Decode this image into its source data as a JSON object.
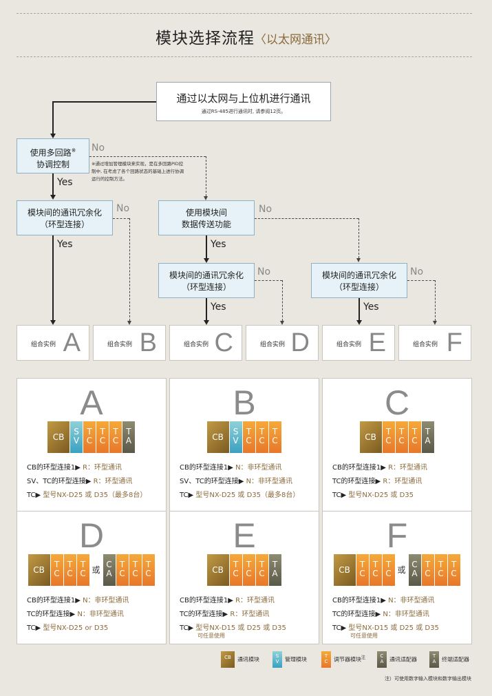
{
  "title": {
    "main": "模块选择流程",
    "sub": "〈以太网通讯〉"
  },
  "flow": {
    "top": {
      "title": "通过以太网与上位机进行通讯",
      "note": "通过RS-485进行通讯时, 请参阅12页。"
    },
    "q1": {
      "line1": "使用多回路",
      "mark": "※",
      "line2": "协调控制"
    },
    "q1_note": [
      "※通过增加管理模块来实现，是在多回路PID控",
      "制中, 在考虑了各个回路状态的基础上进行协调",
      "运行的控制方法。"
    ],
    "q2": {
      "line1": "模块间的通讯冗余化",
      "line2": "（环型连接）"
    },
    "q3": {
      "line1": "使用模块间",
      "line2": "数据传送功能"
    },
    "q4": {
      "line1": "模块间的通讯冗余化",
      "line2": "（环型连接）"
    },
    "q5": {
      "line1": "模块间的通讯冗余化",
      "line2": "（环型连接）"
    },
    "yes": "Yes",
    "no": "No",
    "combo_label": "组合实例",
    "combos": [
      "A",
      "B",
      "C",
      "D",
      "E",
      "F"
    ]
  },
  "panels": [
    {
      "letter": "A",
      "mods": [
        [
          "cb",
          "CB"
        ],
        [
          "sv",
          "S",
          "V"
        ],
        [
          "tc",
          "T",
          "C"
        ],
        [
          "tc",
          "T",
          "C"
        ],
        [
          "tc",
          "T",
          "C"
        ],
        [
          "ta",
          "T",
          "A"
        ]
      ],
      "lines": [
        {
          "a": "CB的环型连接1▶ ",
          "b": "R：环型通讯"
        },
        {
          "a": "SV、TC的环型连接▶ ",
          "b": "R：环型通讯"
        },
        {
          "a": "TC▶ ",
          "b": "型号NX-D25 或 D35（最多8台）"
        }
      ],
      "note": ""
    },
    {
      "letter": "B",
      "mods": [
        [
          "cb",
          "CB"
        ],
        [
          "sv",
          "S",
          "V"
        ],
        [
          "tc",
          "T",
          "C"
        ],
        [
          "tc",
          "T",
          "C"
        ],
        [
          "tc",
          "T",
          "C"
        ]
      ],
      "lines": [
        {
          "a": "CB的环型连接1▶ ",
          "b": "N：非环型通讯"
        },
        {
          "a": "SV、TC的环型连接▶ ",
          "b": "N：非环型通讯"
        },
        {
          "a": "TC▶ ",
          "b": "型号NX-D25 或 D35（最多8台）"
        }
      ],
      "note": ""
    },
    {
      "letter": "C",
      "mods": [
        [
          "cb",
          "CB"
        ],
        [
          "tc",
          "T",
          "C"
        ],
        [
          "tc",
          "T",
          "C"
        ],
        [
          "tc",
          "T",
          "C"
        ],
        [
          "ta",
          "T",
          "A"
        ]
      ],
      "lines": [
        {
          "a": "CB的环型连接1▶ ",
          "b": "R：环型通讯"
        },
        {
          "a": "TC的环型连接▶ ",
          "b": "R：环型通讯"
        },
        {
          "a": "TC▶ ",
          "b": "型号NX-D25 或 D35"
        }
      ],
      "note": ""
    },
    {
      "letter": "D",
      "mods": [
        [
          "cb",
          "CB"
        ],
        [
          "tc",
          "T",
          "C"
        ],
        [
          "tc",
          "T",
          "C"
        ],
        [
          "tc",
          "T",
          "C"
        ],
        [
          "or",
          "或"
        ],
        [
          "ca",
          "C",
          "A"
        ],
        [
          "tc",
          "T",
          "C"
        ],
        [
          "tc",
          "T",
          "C"
        ],
        [
          "tc",
          "T",
          "C"
        ]
      ],
      "lines": [
        {
          "a": "CB的环型连接1▶ ",
          "b": "N：非环型通讯"
        },
        {
          "a": "TC的环型连接▶ ",
          "b": "N：非环型通讯"
        },
        {
          "a": "TC▶ ",
          "b": "型号NX-D25 or D35"
        }
      ],
      "note": ""
    },
    {
      "letter": "E",
      "mods": [
        [
          "cb",
          "CB"
        ],
        [
          "tc",
          "T",
          "C"
        ],
        [
          "tc",
          "T",
          "C"
        ],
        [
          "tc",
          "T",
          "C"
        ],
        [
          "ta",
          "T",
          "A"
        ]
      ],
      "lines": [
        {
          "a": "CB的环型连接1▶ ",
          "b": "R：环型通讯"
        },
        {
          "a": "TC的环型连接▶ ",
          "b": "R：环型通讯"
        },
        {
          "a": "TC▶ ",
          "b": "型号NX-D15 或 D25 或 D35"
        }
      ],
      "note": "可任意使用"
    },
    {
      "letter": "F",
      "mods": [
        [
          "cb",
          "CB"
        ],
        [
          "tc",
          "T",
          "C"
        ],
        [
          "tc",
          "T",
          "C"
        ],
        [
          "tc",
          "T",
          "C"
        ],
        [
          "or",
          "或"
        ],
        [
          "ca",
          "C",
          "A"
        ],
        [
          "tc",
          "T",
          "C"
        ],
        [
          "tc",
          "T",
          "C"
        ],
        [
          "tc",
          "T",
          "C"
        ]
      ],
      "lines": [
        {
          "a": "CB的环型连接1▶ ",
          "b": "N：非环型通讯"
        },
        {
          "a": "TC的环型连接▶ ",
          "b": "N：非环型通讯"
        },
        {
          "a": "TC▶ ",
          "b": "型号NX-D15 或 D25 或 D35"
        }
      ],
      "note": "可任意使用"
    }
  ],
  "legend": [
    {
      "type": "cb",
      "text": "CB",
      "label": "通讯模块"
    },
    {
      "type": "sv",
      "text": "SV",
      "label": "管理模块"
    },
    {
      "type": "tc",
      "text": "TC",
      "label": "调节器模块",
      "sup": "注"
    },
    {
      "type": "ca",
      "text": "CA",
      "label": "通讯适配器"
    },
    {
      "type": "ta",
      "text": "TA",
      "label": "终端适配器"
    }
  ],
  "footnote": "注）可使用数字输入模块和数字输出模块",
  "colors": {
    "background": "#eae6e0",
    "accent": "#8a6a3a",
    "decision_fill": "#e6f2f7",
    "tc_module": "#f09a35",
    "cb_module": "#a8843a",
    "sv_module": "#5bb6cc",
    "ta_module": "#757360"
  }
}
